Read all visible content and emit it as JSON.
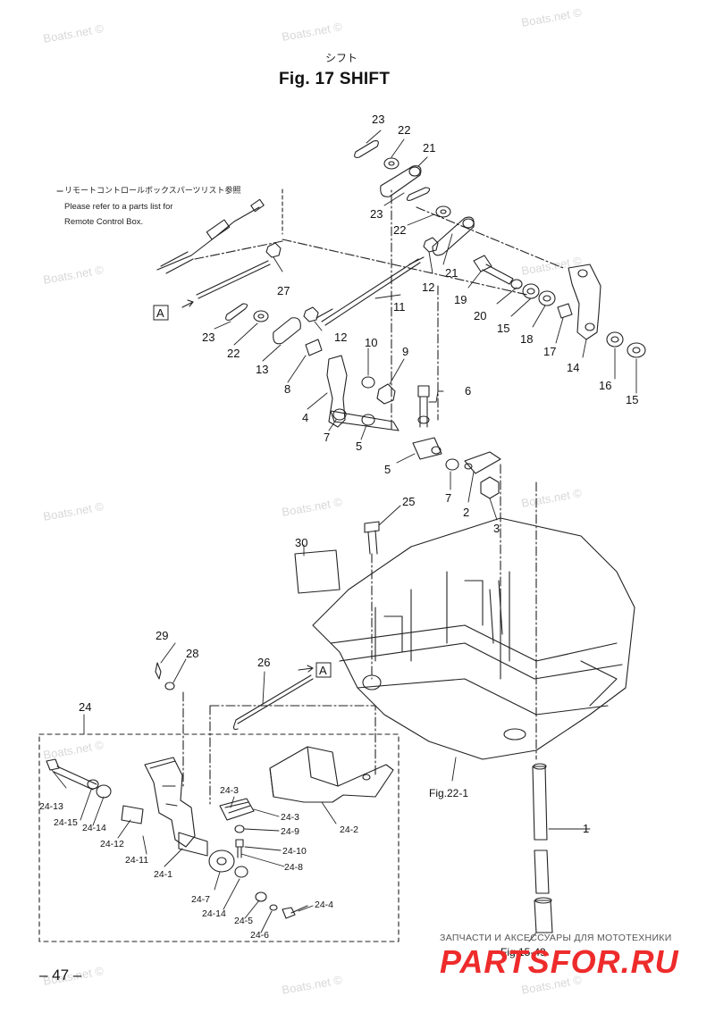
{
  "header": {
    "title_jp": "シフト",
    "title": "Fig. 17    SHIFT"
  },
  "watermark": "Boats.net ©",
  "note": {
    "jp": "リモートコントロールボックスパーツリスト参照",
    "line1": "Please refer to a parts list for",
    "line2": "Remote Control Box."
  },
  "callouts": {
    "p23a": "23",
    "p22a": "22",
    "p21a": "21",
    "p23b": "23",
    "p22b": "22",
    "p21b": "21",
    "p12a": "12",
    "p19": "19",
    "p20": "20",
    "p15a": "15",
    "p18": "18",
    "p17": "17",
    "p14": "14",
    "p16": "16",
    "p15b": "15",
    "p27": "27",
    "p11": "11",
    "p23c": "23",
    "p22c": "22",
    "p13": "13",
    "p12b": "12",
    "p10": "10",
    "p9": "9",
    "p8": "8",
    "p4": "4",
    "p7a": "7",
    "p5a": "5",
    "p6": "6",
    "p5b": "5",
    "p7b": "7",
    "p2": "2",
    "p3": "3",
    "p25": "25",
    "p30": "30",
    "p29": "29",
    "p28": "28",
    "p26": "26",
    "p24": "24",
    "p1": "1",
    "s24_13": "24-13",
    "s24_15": "24-15",
    "s24_14a": "24-14",
    "s24_12": "24-12",
    "s24_11": "24-11",
    "s24_1": "24-1",
    "s24_7": "24-7",
    "s24_14b": "24-14",
    "s24_5": "24-5",
    "s24_6": "24-6",
    "s24_4": "24-4",
    "s24_3a": "24-3",
    "s24_3b": "24-3",
    "s24_9": "24-9",
    "s24_10": "24-10",
    "s24_8": "24-8",
    "s24_2": "24-2"
  },
  "refs": {
    "marker_a": "A",
    "fig22": "Fig.22-1",
    "fig15": "Fig.15-49"
  },
  "footer": {
    "page": "– 47 –",
    "brand_sub": "ЗАПЧАСТИ И АКСЕССУАРЫ ДЛЯ МОТОТЕХНИКИ",
    "brand": "PARTSFOR.RU"
  }
}
